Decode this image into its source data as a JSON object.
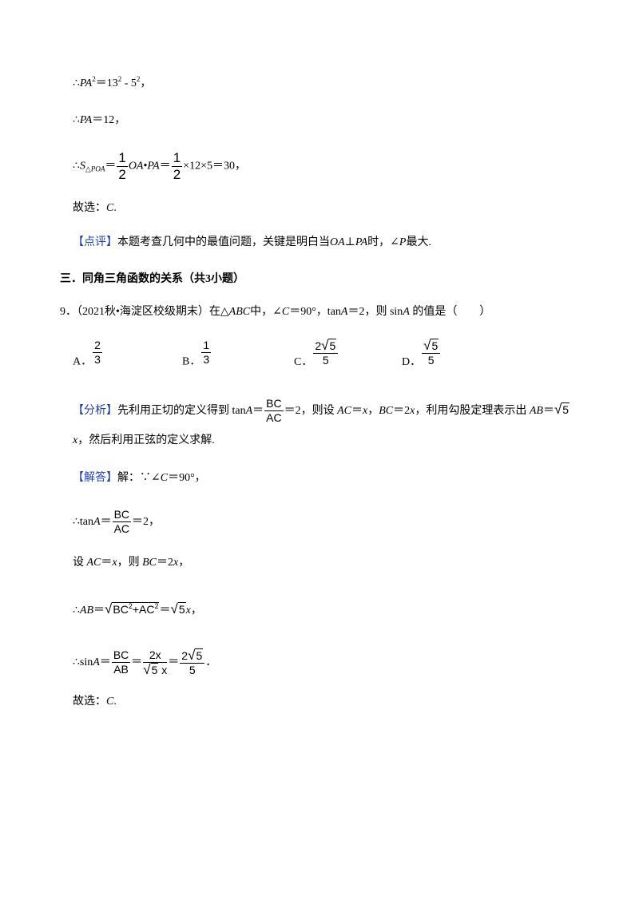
{
  "l1": {
    "pre": "∴",
    "PA": "PA",
    "eq": "＝13",
    "two": "2",
    "minus": " - 5",
    "two2": "2",
    "end": "，"
  },
  "l2": {
    "pre": "∴",
    "PA": "PA",
    "rest": "＝12，"
  },
  "l3": {
    "pre": "∴",
    "S": "S",
    "sub": "△POA",
    "eq": "＝",
    "f1n": "1",
    "f1d": "2",
    "OA": "OA",
    "dot": "•",
    "PA": "PA",
    "eq2": "＝",
    "f2n": "1",
    "f2d": "2",
    "rest": "×12×5＝30，"
  },
  "l4": {
    "text": "故选：",
    "C": "C",
    "end": "."
  },
  "l5": {
    "tag": "【点评】",
    "t1": "本题考查几何中的最值问题，关键是明白当",
    "OA": "OA",
    "perp": "⊥",
    "PA": "PA",
    "t2": "时，∠",
    "P": "P",
    "t3": "最大."
  },
  "section": {
    "title": "三．同角三角函数的关系（共3小题）"
  },
  "q9": {
    "num": "9．",
    "src": "（2021秋•海淀区校级期末）在△",
    "ABC": "ABC",
    "t1": "中，∠",
    "C": "C",
    "t2": "＝90°，tan",
    "A": "A",
    "t3": "＝2，则 sin",
    "A2": "A",
    "t4": " 的值是（　　）"
  },
  "choices": {
    "A": {
      "label": "A．",
      "num": "2",
      "den": "3"
    },
    "B": {
      "label": "B．",
      "num": "1",
      "den": "3"
    },
    "C": {
      "label": "C．",
      "num_coef": "2",
      "num_rad": "5",
      "den": "5"
    },
    "D": {
      "label": "D．",
      "num_rad": "5",
      "den": "5"
    }
  },
  "analysis": {
    "tag": "【分析】",
    "t1": "先利用正切的定义得到 tan",
    "A": "A",
    "eq": "＝",
    "fn": "BC",
    "fd": "AC",
    "t2": "＝2，则设 ",
    "AC": "AC",
    "t3": "＝",
    "x1": "x",
    "t4": "，",
    "BC": "BC",
    "t5": "＝2",
    "x2": "x",
    "t6": "，利用勾股定理表示出 ",
    "AB": "AB",
    "t7": "＝",
    "rad": "5",
    "l2x": "x",
    "l2rest": "，然后利用正弦的定义求解."
  },
  "solve": {
    "tag": "【解答】",
    "t1": "解：∵∠",
    "C": "C",
    "t2": "＝90°，"
  },
  "s1": {
    "pre": "∴tan",
    "A": "A",
    "eq": "＝",
    "fn": "BC",
    "fd": "AC",
    "rest": "＝2，"
  },
  "s2": {
    "t1": "设 ",
    "AC": "AC",
    "t2": "＝",
    "x": "x",
    "t3": "，则 ",
    "BC": "BC",
    "t4": "＝2",
    "x2": "x",
    "t5": "，"
  },
  "s3": {
    "pre": "∴",
    "AB": "AB",
    "eq": "＝",
    "inner1": "BC",
    "p1": "2",
    "plus": "+AC",
    "p2": "2",
    "eq2": "＝",
    "rad": "5",
    "x": "x",
    "end": "，"
  },
  "s4": {
    "pre": "∴sin",
    "A": "A",
    "eq": "＝",
    "f1n": "BC",
    "f1d": "AB",
    "eq2": "＝",
    "f2n": "2x",
    "f2rad": "5",
    "f2x": " x",
    "eq3": "＝",
    "f3coef": "2",
    "f3rad": "5",
    "f3d": "5",
    "end": "．"
  },
  "l_end": {
    "text": "故选：",
    "C": "C",
    "end": "."
  }
}
